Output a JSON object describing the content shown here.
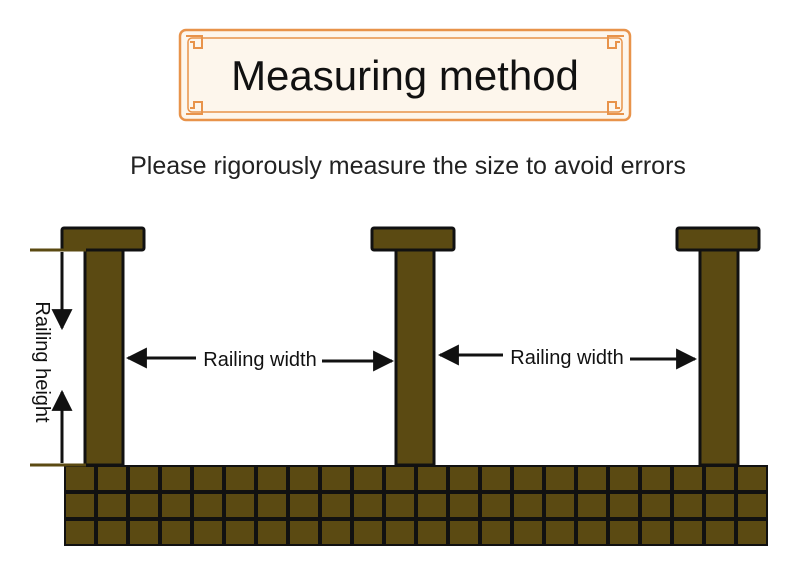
{
  "header": {
    "title": "Measuring method",
    "subtitle": "Please rigorously measure the size to avoid errors"
  },
  "diagram": {
    "labels": {
      "width_left": "Railing width",
      "width_right": "Railing width",
      "height": "Railing height"
    },
    "colors": {
      "wood": "#5b4a12",
      "outline": "#111111",
      "frame": "#e8934a",
      "frame_fill": "#fdf6ec"
    }
  }
}
